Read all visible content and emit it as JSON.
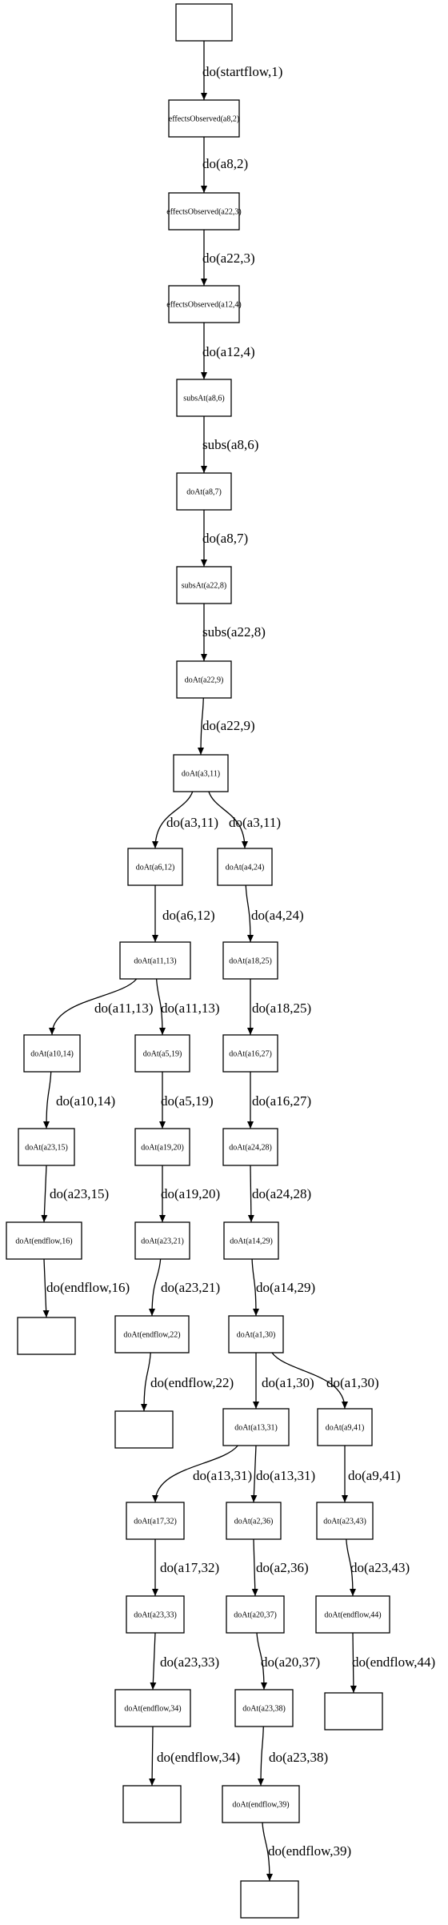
{
  "nodes": [
    {
      "id": "n0",
      "label": ""
    },
    {
      "id": "n1",
      "label": "effectsObserved(a8,2)"
    },
    {
      "id": "n2",
      "label": "effectsObserved(a22,3)"
    },
    {
      "id": "n3",
      "label": "effectsObserved(a12,4)"
    },
    {
      "id": "n4",
      "label": "subsAt(a8,6)"
    },
    {
      "id": "n5",
      "label": "doAt(a8,7)"
    },
    {
      "id": "n6",
      "label": "subsAt(a22,8)"
    },
    {
      "id": "n7",
      "label": "doAt(a22,9)"
    },
    {
      "id": "n8",
      "label": "doAt(a3,11)"
    },
    {
      "id": "n9",
      "label": "doAt(a6,12)"
    },
    {
      "id": "n10",
      "label": "doAt(a4,24)"
    },
    {
      "id": "n11",
      "label": "doAt(a11,13)"
    },
    {
      "id": "n12",
      "label": "doAt(a18,25)"
    },
    {
      "id": "n13",
      "label": "doAt(a10,14)"
    },
    {
      "id": "n14",
      "label": "doAt(a5,19)"
    },
    {
      "id": "n15",
      "label": "doAt(a16,27)"
    },
    {
      "id": "n16",
      "label": "doAt(a23,15)"
    },
    {
      "id": "n17",
      "label": "doAt(a19,20)"
    },
    {
      "id": "n18",
      "label": "doAt(a24,28)"
    },
    {
      "id": "n19",
      "label": "doAt(endflow,16)"
    },
    {
      "id": "n20",
      "label": "doAt(a23,21)"
    },
    {
      "id": "n21",
      "label": "doAt(a14,29)"
    },
    {
      "id": "n22",
      "label": ""
    },
    {
      "id": "n23",
      "label": "doAt(endflow,22)"
    },
    {
      "id": "n24",
      "label": "doAt(a1,30)"
    },
    {
      "id": "n25",
      "label": ""
    },
    {
      "id": "n26",
      "label": "doAt(a13,31)"
    },
    {
      "id": "n27",
      "label": "doAt(a9,41)"
    },
    {
      "id": "n28",
      "label": "doAt(a17,32)"
    },
    {
      "id": "n29",
      "label": "doAt(a2,36)"
    },
    {
      "id": "n30",
      "label": "doAt(a23,43)"
    },
    {
      "id": "n31",
      "label": "doAt(a23,33)"
    },
    {
      "id": "n32",
      "label": "doAt(a20,37)"
    },
    {
      "id": "n33",
      "label": "doAt(endflow,44)"
    },
    {
      "id": "n34",
      "label": "doAt(endflow,34)"
    },
    {
      "id": "n35",
      "label": "doAt(a23,38)"
    },
    {
      "id": "n36",
      "label": ""
    },
    {
      "id": "n37",
      "label": ""
    },
    {
      "id": "n38",
      "label": "doAt(endflow,39)"
    },
    {
      "id": "n39",
      "label": ""
    }
  ],
  "edges": [
    {
      "from": "n0",
      "to": "n1",
      "label": "do(startflow,1)"
    },
    {
      "from": "n1",
      "to": "n2",
      "label": "do(a8,2)"
    },
    {
      "from": "n2",
      "to": "n3",
      "label": "do(a22,3)"
    },
    {
      "from": "n3",
      "to": "n4",
      "label": "do(a12,4)"
    },
    {
      "from": "n4",
      "to": "n5",
      "label": "subs(a8,6)"
    },
    {
      "from": "n5",
      "to": "n6",
      "label": "do(a8,7)"
    },
    {
      "from": "n6",
      "to": "n7",
      "label": "subs(a22,8)"
    },
    {
      "from": "n7",
      "to": "n8",
      "label": "do(a22,9)"
    },
    {
      "from": "n8",
      "to": "n9",
      "label": "do(a3,11)"
    },
    {
      "from": "n8",
      "to": "n10",
      "label": "do(a3,11)"
    },
    {
      "from": "n9",
      "to": "n11",
      "label": "do(a6,12)"
    },
    {
      "from": "n10",
      "to": "n12",
      "label": "do(a4,24)"
    },
    {
      "from": "n11",
      "to": "n13",
      "label": "do(a11,13)"
    },
    {
      "from": "n11",
      "to": "n14",
      "label": "do(a11,13)"
    },
    {
      "from": "n12",
      "to": "n15",
      "label": "do(a18,25)"
    },
    {
      "from": "n13",
      "to": "n16",
      "label": "do(a10,14)"
    },
    {
      "from": "n14",
      "to": "n17",
      "label": "do(a5,19)"
    },
    {
      "from": "n15",
      "to": "n18",
      "label": "do(a16,27)"
    },
    {
      "from": "n16",
      "to": "n19",
      "label": "do(a23,15)"
    },
    {
      "from": "n17",
      "to": "n20",
      "label": "do(a19,20)"
    },
    {
      "from": "n18",
      "to": "n21",
      "label": "do(a24,28)"
    },
    {
      "from": "n19",
      "to": "n22",
      "label": "do(endflow,16)"
    },
    {
      "from": "n20",
      "to": "n23",
      "label": "do(a23,21)"
    },
    {
      "from": "n21",
      "to": "n24",
      "label": "do(a14,29)"
    },
    {
      "from": "n23",
      "to": "n25",
      "label": "do(endflow,22)"
    },
    {
      "from": "n24",
      "to": "n26",
      "label": "do(a1,30)"
    },
    {
      "from": "n24",
      "to": "n27",
      "label": "do(a1,30)"
    },
    {
      "from": "n26",
      "to": "n28",
      "label": "do(a13,31)"
    },
    {
      "from": "n26",
      "to": "n29",
      "label": "do(a13,31)"
    },
    {
      "from": "n27",
      "to": "n30",
      "label": "do(a9,41)"
    },
    {
      "from": "n28",
      "to": "n31",
      "label": "do(a17,32)"
    },
    {
      "from": "n29",
      "to": "n32",
      "label": "do(a2,36)"
    },
    {
      "from": "n30",
      "to": "n33",
      "label": "do(a23,43)"
    },
    {
      "from": "n31",
      "to": "n34",
      "label": "do(a23,33)"
    },
    {
      "from": "n32",
      "to": "n35",
      "label": "do(a20,37)"
    },
    {
      "from": "n33",
      "to": "n36",
      "label": "do(endflow,44)"
    },
    {
      "from": "n34",
      "to": "n37",
      "label": "do(endflow,34)"
    },
    {
      "from": "n35",
      "to": "n38",
      "label": "do(a23,38)"
    },
    {
      "from": "n38",
      "to": "n39",
      "label": "do(endflow,39)"
    }
  ]
}
